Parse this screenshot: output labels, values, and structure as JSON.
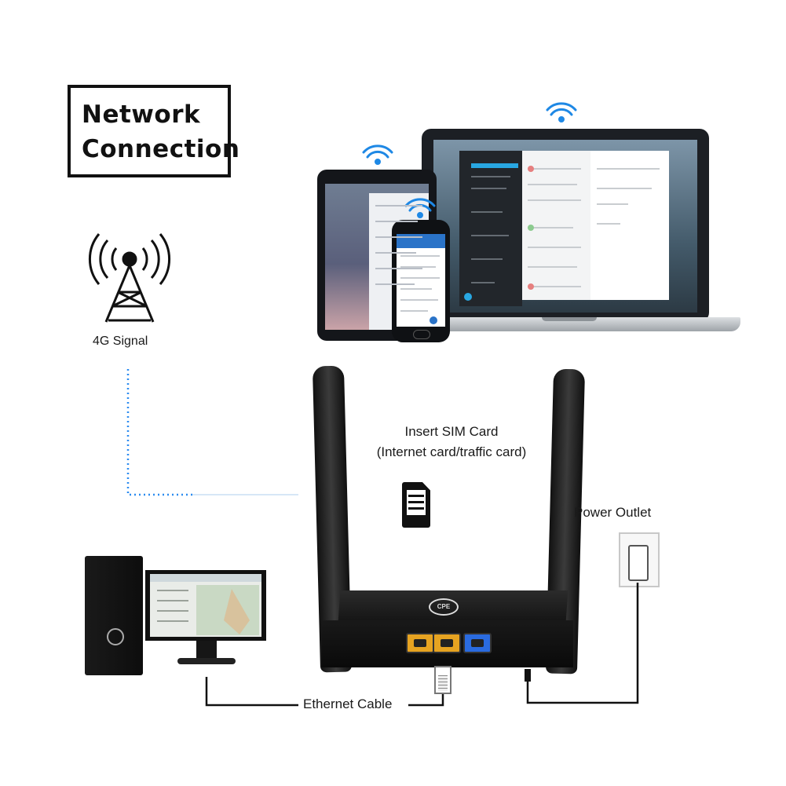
{
  "title": {
    "line1": "Network",
    "line2": "Connection"
  },
  "labels": {
    "signal": "4G Signal",
    "sim_title": "Insert SIM Card",
    "sim_subtitle": "(Internet card/traffic card)",
    "power": "Power Outlet",
    "ethernet": "Ethernet Cable"
  },
  "router_logo": "CPE",
  "colors": {
    "dotted_signal_line": "#2d8cf0",
    "lan_port": "#e6a321",
    "wan_port": "#2a6be0",
    "wifi_icon": "#1e88e5"
  }
}
